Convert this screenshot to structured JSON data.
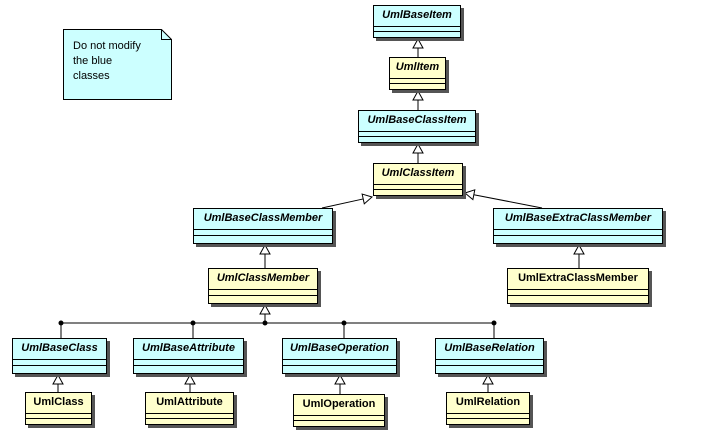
{
  "note": {
    "lines": [
      "Do not modify",
      "the blue",
      "classes"
    ]
  },
  "classes": {
    "uml_base_item": "UmlBaseItem",
    "uml_item": "UmlItem",
    "uml_base_class_item": "UmlBaseClassItem",
    "uml_class_item": "UmlClassItem",
    "uml_base_class_member": "UmlBaseClassMember",
    "uml_base_extra_class_member": "UmlBaseExtraClassMember",
    "uml_class_member": "UmlClassMember",
    "uml_extra_class_member": "UmlExtraClassMember",
    "uml_base_class": "UmlBaseClass",
    "uml_base_attribute": "UmlBaseAttribute",
    "uml_base_operation": "UmlBaseOperation",
    "uml_base_relation": "UmlBaseRelation",
    "uml_class": "UmlClass",
    "uml_attribute": "UmlAttribute",
    "uml_operation": "UmlOperation",
    "uml_relation": "UmlRelation"
  },
  "colors": {
    "base_class_fill": "#ccffff",
    "user_class_fill": "#ffffcc"
  }
}
